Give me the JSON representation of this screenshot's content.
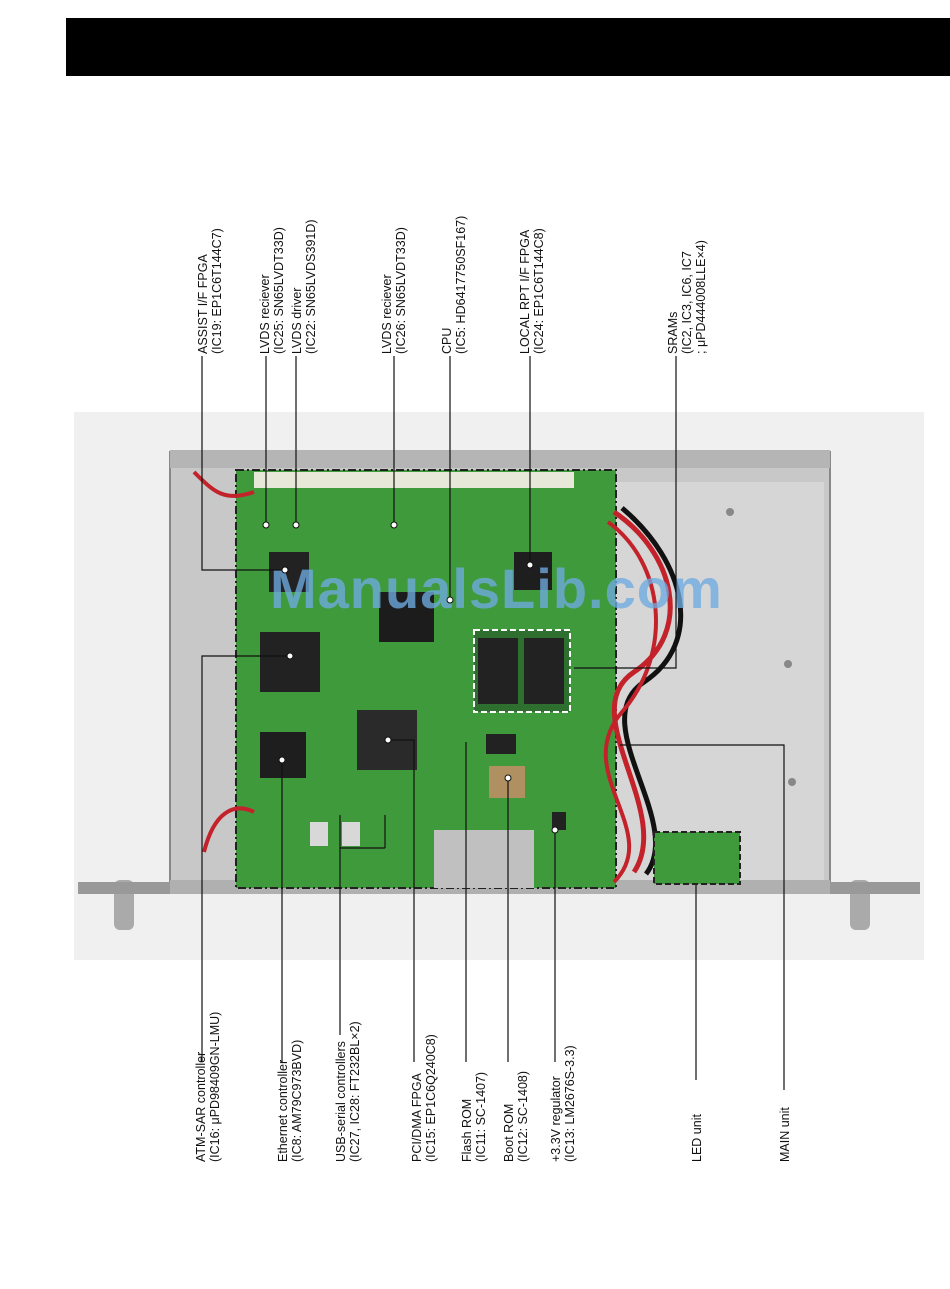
{
  "watermark": "ManualsLib.com",
  "top_labels": [
    {
      "name": "assist-if-fpga",
      "line1": "ASSIST I/F FPGA",
      "line2": "(IC19: EP1C6T144C7)"
    },
    {
      "name": "lvds-reciever-ic25",
      "line1": "LVDS reciever",
      "line2": "(IC25: SN65LVDT33D)"
    },
    {
      "name": "lvds-driver",
      "line1": "LVDS driver",
      "line2": "(IC22: SN65LVDS391D)"
    },
    {
      "name": "lvds-reciever-ic26",
      "line1": "LVDS reciever",
      "line2": "(IC26: SN65LVDT33D)"
    },
    {
      "name": "cpu",
      "line1": "CPU",
      "line2": "(IC5: HD6417750SF167)"
    },
    {
      "name": "local-rpt-if-fpga",
      "line1": "LOCAL RPT I/F FPGA",
      "line2": "(IC24: EP1C6T144C8)"
    },
    {
      "name": "srams",
      "line1": "SRAMs",
      "line2": "(IC2, IC3, IC6, IC7",
      "line3": "; μPD444008LLE×4)"
    }
  ],
  "bottom_labels": [
    {
      "name": "atm-sar-controller",
      "line1": "ATM-SAR controller",
      "line2": "(IC16: μPD98409GN-LMU)"
    },
    {
      "name": "ethernet-controller",
      "line1": "Ethernet controller",
      "line2": "(IC8: AM79C973BVD)"
    },
    {
      "name": "usb-serial-controllers",
      "line1": "USB-serial controllers",
      "line2": "(IC27, IC28: FT232BL×2)"
    },
    {
      "name": "pci-dma-fpga",
      "line1": "PCI/DMA FPGA",
      "line2": "(IC15: EP1C6Q240C8)"
    },
    {
      "name": "flash-rom",
      "line1": "Flash ROM",
      "line2": "(IC11: SC-1407)"
    },
    {
      "name": "boot-rom",
      "line1": "Boot ROM",
      "line2": "(IC12: SC-1408)"
    },
    {
      "name": "regulator",
      "line1": "+3.3V regulator",
      "line2": "(IC13: LM2676S-3.3)"
    },
    {
      "name": "led-unit",
      "line1": "LED unit"
    },
    {
      "name": "main-unit",
      "line1": "MAIN unit"
    }
  ]
}
